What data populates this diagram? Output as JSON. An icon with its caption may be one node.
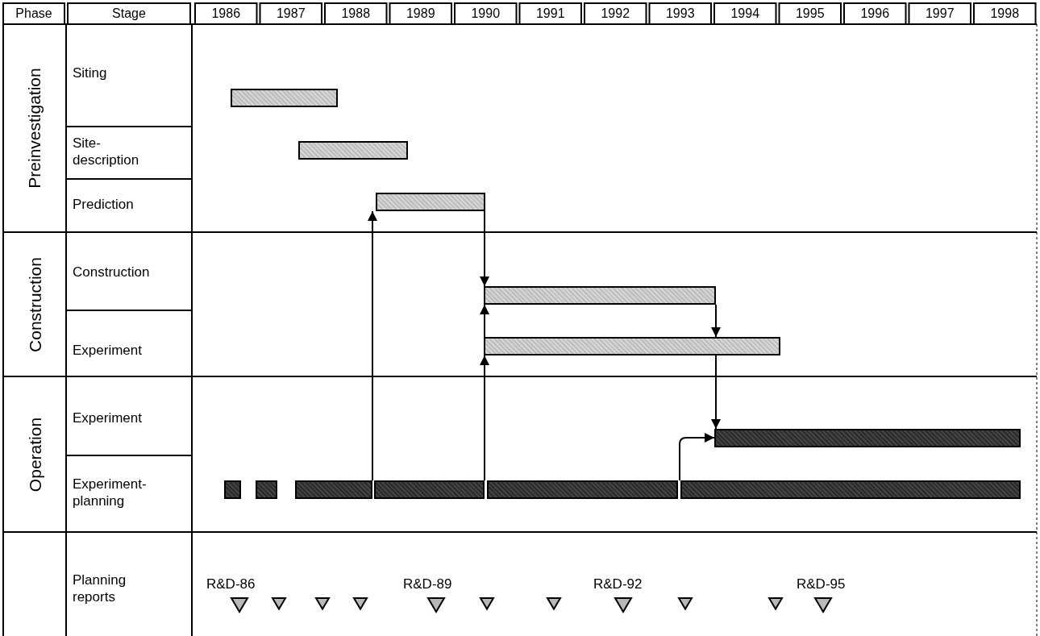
{
  "diagram": {
    "nodes": [
      {
        "text": [],
        "shape": "bar"
      },
      {
        "text": [],
        "shape": "bar"
      },
      {
        "text": [],
        "shape": "bar"
      },
      {
        "text": [],
        "shape": "bar"
      },
      {
        "text": [],
        "shape": "bar"
      },
      {
        "text": [],
        "shape": "bar"
      },
      {
        "text": [],
        "shape": "bar"
      },
      {
        "text": [],
        "shape": "bar"
      },
      {
        "text": [],
        "shape": "bar"
      },
      {
        "text": [],
        "shape": "bar"
      },
      {
        "text": [],
        "shape": "bar"
      },
      {
        "text": [],
        "shape": "bar"
      }
    ],
    "edges": [
      {
        "from": 8,
        "to": 2,
        "arrow": "to"
      },
      {
        "from": 2,
        "to": 3,
        "arrow": "to"
      },
      {
        "from": 4,
        "to": 3,
        "arrow": "to"
      },
      {
        "from": 9,
        "to": 4,
        "arrow": "to"
      },
      {
        "from": 3,
        "to": 4,
        "arrow": "to"
      },
      {
        "from": 4,
        "to": 5,
        "arrow": "to"
      },
      {
        "from": 11,
        "to": 5,
        "arrow": "to"
      }
    ],
    "labels": [
      "Phase",
      "Stage",
      "1986",
      "1987",
      "1988",
      "1989",
      "1990",
      "1991",
      "1992",
      "1993",
      "1994",
      "1995",
      "1996",
      "1997",
      "1998",
      "Preinvestigation",
      "Siting",
      "Site-description",
      "Prediction",
      "Construction",
      "Construction",
      "Experiment",
      "Operation",
      "Experiment",
      "Experiment-planning",
      "Planning reports",
      "R&D-86",
      "R&D-89",
      "R&D-92",
      "R&D-95"
    ]
  }
}
